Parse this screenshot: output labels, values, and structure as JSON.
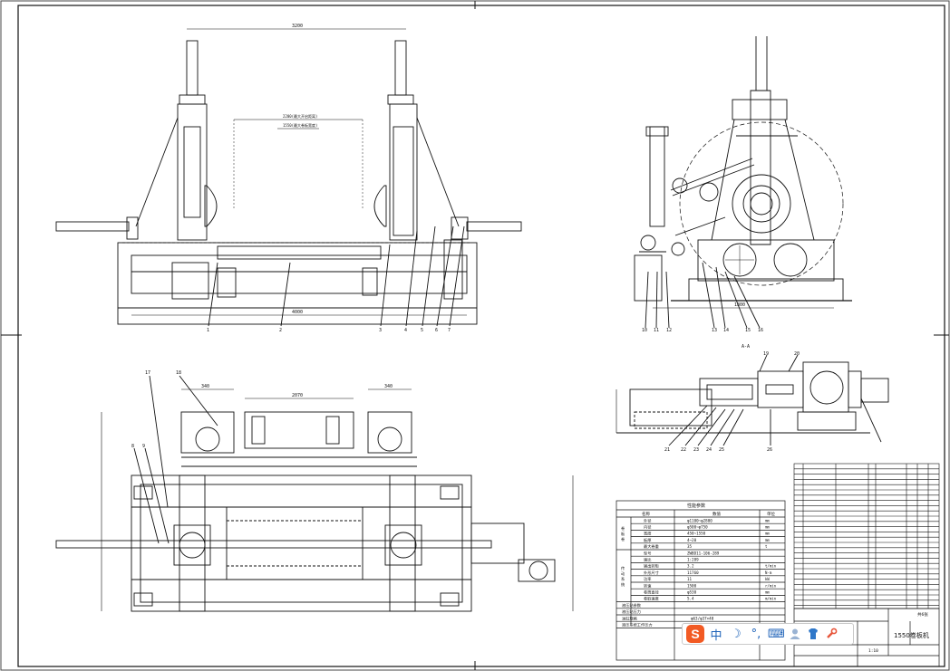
{
  "title_block": {
    "drawing_name": "1550卷板机",
    "scale": "1:10",
    "sheet": "共6张",
    "mass": ""
  },
  "sections": {
    "section_aa": "A-A"
  },
  "dimensions": {
    "top_width": "3200",
    "inner_span_1": "2200(最大开启距离)",
    "inner_span_2": "1550(最大卷板宽度)",
    "overall_length": "4000",
    "side_width": "1800",
    "plan_span": "2070",
    "plan_left": "340",
    "plan_right": "340"
  },
  "callouts": {
    "front": [
      "1",
      "2",
      "3",
      "4",
      "5",
      "6",
      "7"
    ],
    "side": [
      "10",
      "11",
      "12",
      "13",
      "14",
      "15",
      "16"
    ],
    "aa": [
      "19",
      "20",
      "21",
      "22",
      "23",
      "24",
      "25",
      "26"
    ],
    "plan": [
      "17",
      "18",
      "8",
      "9"
    ]
  },
  "param_table": {
    "title": "性能参数",
    "headers": [
      "名称",
      "数值",
      "单位"
    ],
    "groups": [
      {
        "label": "卷板卷",
        "rows": [
          {
            "name": "外径",
            "value": "φ1100~φ2800",
            "unit": "mm"
          },
          {
            "name": "内径",
            "value": "φ500~φ750",
            "unit": "mm"
          },
          {
            "name": "宽度",
            "value": "450~1550",
            "unit": "mm"
          },
          {
            "name": "板厚",
            "value": "4~20",
            "unit": "mm"
          },
          {
            "name": "最大卷重",
            "value": "35",
            "unit": "t"
          }
        ]
      },
      {
        "label": "传动系统",
        "rows": [
          {
            "name": "型号",
            "value": "ZWBD11-106-289",
            "unit": ""
          },
          {
            "name": "速比",
            "value": "1:289",
            "unit": ""
          },
          {
            "name": "输出转矩",
            "value": "3.2",
            "unit": "t/min"
          },
          {
            "name": "外形尺寸",
            "value": "11760",
            "unit": "N·m"
          },
          {
            "name": "功率",
            "value": "11",
            "unit": "kW"
          },
          {
            "name": "转速",
            "value": "1500",
            "unit": "r/min"
          },
          {
            "name": "卷筒直径",
            "value": "φ530",
            "unit": "mm"
          },
          {
            "name": "卷取速度",
            "value": "5.4",
            "unit": "m/min"
          }
        ]
      }
    ],
    "extra_rows": [
      {
        "name": "液压站参数",
        "value": "",
        "unit": ""
      },
      {
        "name": "液压站压力",
        "value": "",
        "unit": ""
      },
      {
        "name": "油缸规格",
        "value": "φ63/φ37×40",
        "unit": ""
      },
      {
        "name": "液压系统工作压力",
        "value": "14",
        "unit": "MPa"
      }
    ]
  },
  "ime_toolbar": {
    "logo": "S",
    "mode": "中",
    "moon": "☽",
    "punct": "°,",
    "keyboard": "⌨"
  },
  "colors": {
    "line": "#1a1a1a",
    "ime_orange": "#f25a23",
    "ime_blue": "#1d62b8"
  }
}
